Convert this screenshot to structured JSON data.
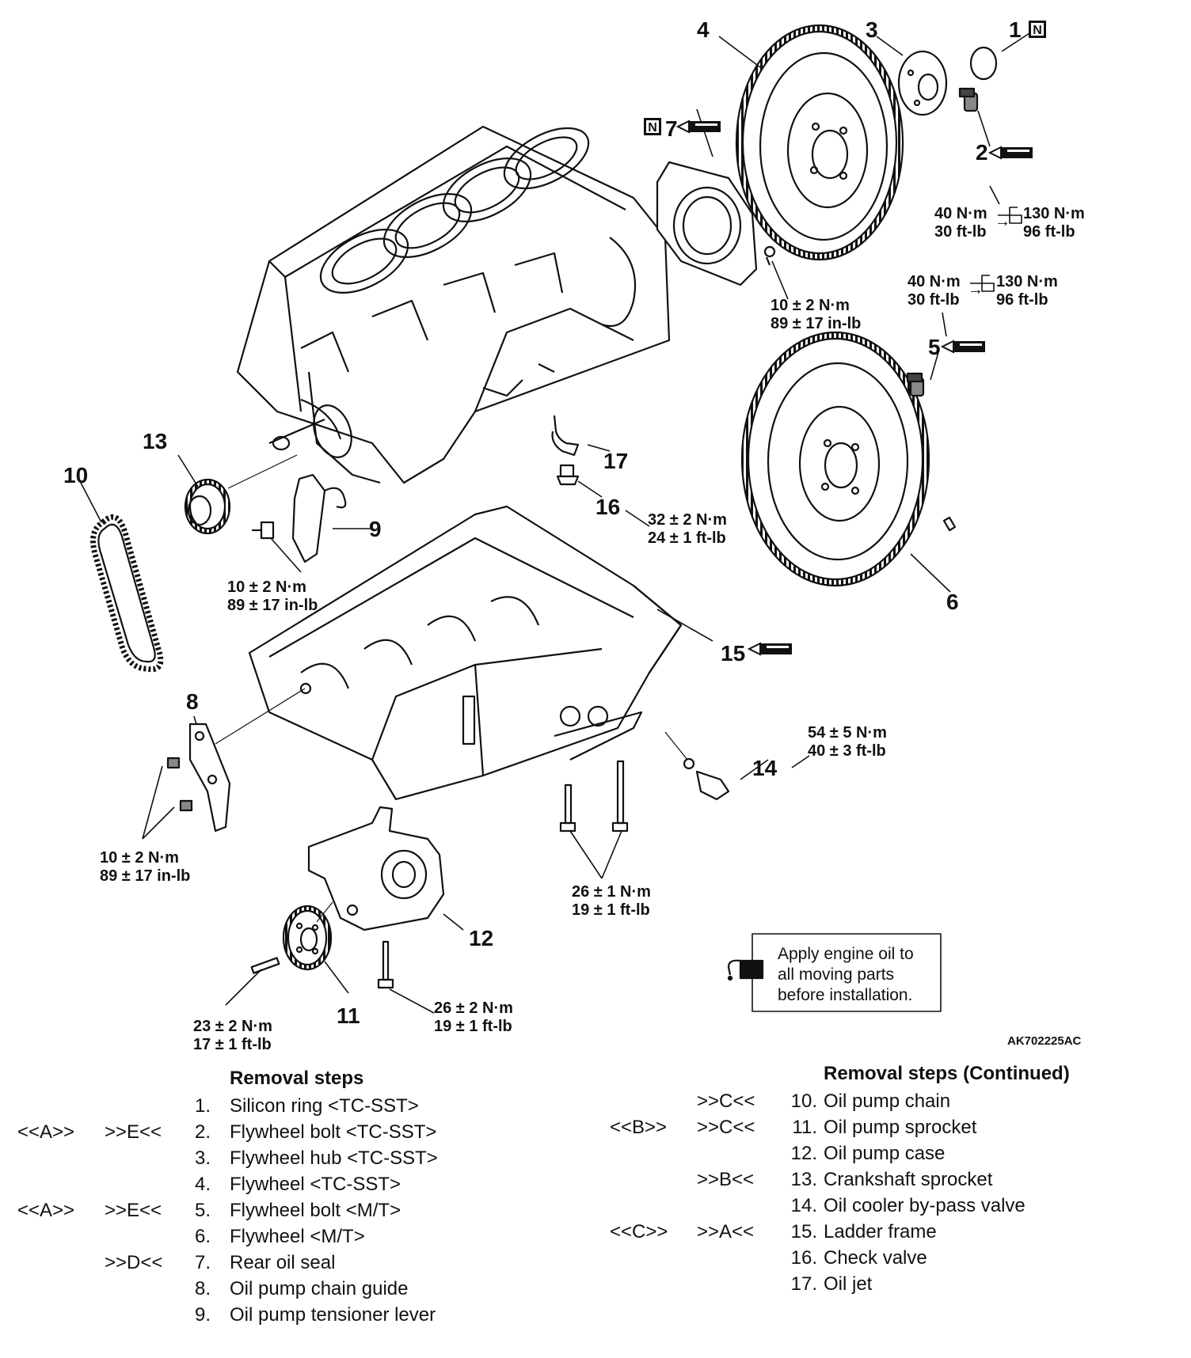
{
  "callouts": {
    "c1": "1",
    "c2": "2",
    "c3": "3",
    "c4": "4",
    "c5": "5",
    "c6": "6",
    "c7": "7",
    "c8": "8",
    "c9": "9",
    "c10": "10",
    "c11": "11",
    "c12": "12",
    "c13": "13",
    "c14": "14",
    "c15": "15",
    "c16": "16",
    "c17": "17"
  },
  "new_part_mark": "N",
  "torques": {
    "t2a": [
      "40 N·m",
      "30 ft-lb"
    ],
    "t2b": [
      "130 N·m",
      "96 ft-lb"
    ],
    "t5a": [
      "40 N·m",
      "30 ft-lb"
    ],
    "t5b": [
      "130 N·m",
      "96 ft-lb"
    ],
    "t7": [
      "10 ± 2 N·m",
      "89 ± 17 in-lb"
    ],
    "t9": [
      "10 ± 2 N·m",
      "89 ± 17 in-lb"
    ],
    "t16": [
      "32 ± 2 N·m",
      "24 ± 1 ft-lb"
    ],
    "t14": [
      "54 ± 5 N·m",
      "40 ± 3 ft-lb"
    ],
    "t8": [
      "10 ± 2 N·m",
      "89 ± 17 in-lb"
    ],
    "tbolts": [
      "26 ± 1 N·m",
      "19 ± 1 ft-lb"
    ],
    "t12": [
      "26 ± 2 N·m",
      "19 ± 1 ft-lb"
    ],
    "t11": [
      "23 ± 2 N·m",
      "17 ± 1 ft-lb"
    ]
  },
  "note": [
    "Apply engine oil to",
    "all moving parts",
    "before installation."
  ],
  "figure_ref": "AK702225AC",
  "removal_steps": {
    "heading": "Removal steps",
    "items": [
      {
        "removal": "",
        "install": "",
        "num": "1.",
        "text": "Silicon ring <TC-SST>"
      },
      {
        "removal": "<<A>>",
        "install": ">>E<<",
        "num": "2.",
        "text": "Flywheel bolt <TC-SST>"
      },
      {
        "removal": "",
        "install": "",
        "num": "3.",
        "text": "Flywheel hub <TC-SST>"
      },
      {
        "removal": "",
        "install": "",
        "num": "4.",
        "text": "Flywheel <TC-SST>"
      },
      {
        "removal": "<<A>>",
        "install": ">>E<<",
        "num": "5.",
        "text": "Flywheel bolt <M/T>"
      },
      {
        "removal": "",
        "install": "",
        "num": "6.",
        "text": "Flywheel <M/T>"
      },
      {
        "removal": "",
        "install": ">>D<<",
        "num": "7.",
        "text": "Rear oil seal"
      },
      {
        "removal": "",
        "install": "",
        "num": "8.",
        "text": "Oil pump chain guide"
      },
      {
        "removal": "",
        "install": "",
        "num": "9.",
        "text": "Oil pump tensioner lever"
      }
    ]
  },
  "removal_steps_continued": {
    "heading": "Removal steps (Continued)",
    "items": [
      {
        "removal": "",
        "install": ">>C<<",
        "num": "10.",
        "text": "Oil pump chain"
      },
      {
        "removal": "<<B>>",
        "install": ">>C<<",
        "num": "11.",
        "text": "Oil pump sprocket"
      },
      {
        "removal": "",
        "install": "",
        "num": "12.",
        "text": "Oil pump case"
      },
      {
        "removal": "",
        "install": ">>B<<",
        "num": "13.",
        "text": "Crankshaft sprocket"
      },
      {
        "removal": "",
        "install": "",
        "num": "14.",
        "text": "Oil cooler by-pass valve"
      },
      {
        "removal": "<<C>>",
        "install": ">>A<<",
        "num": "15.",
        "text": "Ladder frame"
      },
      {
        "removal": "",
        "install": "",
        "num": "16.",
        "text": "Check valve"
      },
      {
        "removal": "",
        "install": "",
        "num": "17.",
        "text": "Oil jet"
      }
    ]
  }
}
